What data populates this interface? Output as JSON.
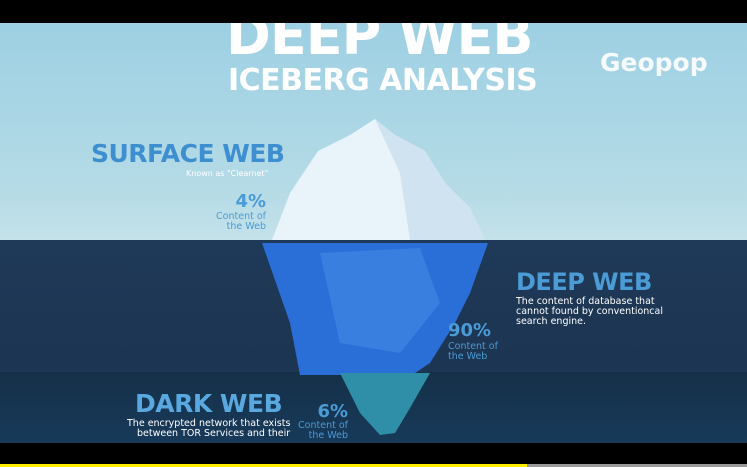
{
  "header": {
    "title": "DEEP WEB",
    "subtitle": "ICEBERG ANALYSIS",
    "logo": "Geopop"
  },
  "sections": {
    "surface": {
      "title": "SURFACE WEB",
      "description": "Known as \"Clearnet\"",
      "percent": "4%",
      "caption_line1": "Content of",
      "caption_line2": "the Web"
    },
    "deep": {
      "title": "DEEP WEB",
      "description_line1": "The content of database that",
      "description_line2": "cannot found by conventioncal",
      "description_line3": "search engine.",
      "percent": "90%",
      "caption_line1": "Content of",
      "caption_line2": "the Web"
    },
    "dark": {
      "title": "DARK WEB",
      "description_line1": "The  encrypted network that exists",
      "description_line2": "between TOR Services and their",
      "percent": "6%",
      "caption_line1": "Content of",
      "caption_line2": "the Web"
    }
  },
  "video": {
    "progress_percent": 70.5
  },
  "colors": {
    "accent": "#3d8fd0",
    "sea": "#1f3958",
    "progress": "#ffee00"
  }
}
